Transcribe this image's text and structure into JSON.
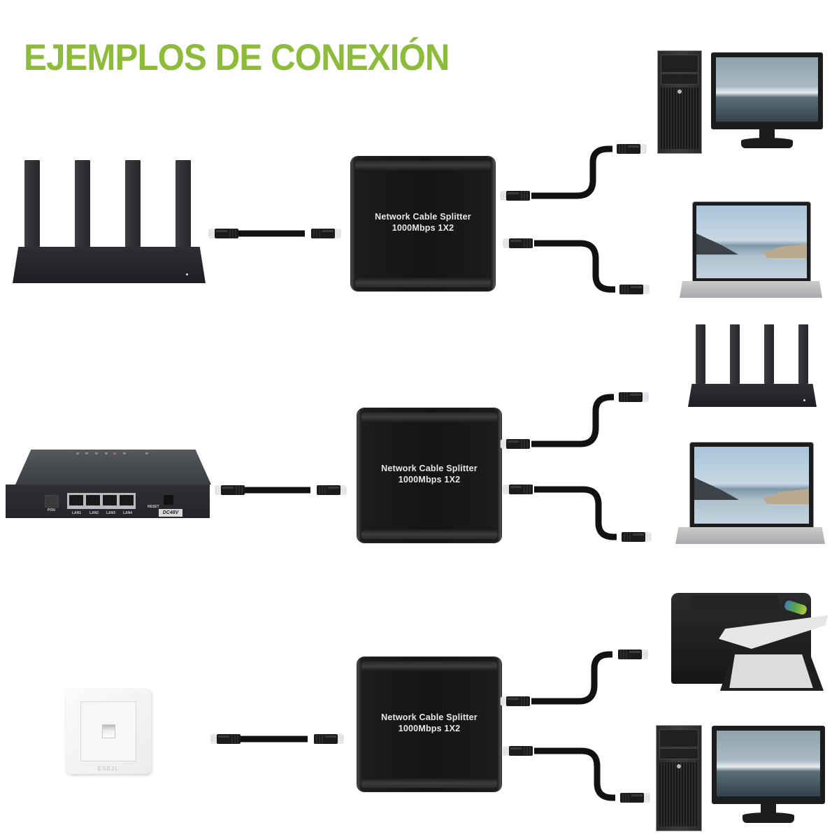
{
  "title": "EJEMPLOS DE CONEXIÓN",
  "colors": {
    "title_green": "#8dbb3a",
    "device_black": "#1c1c1e",
    "cable_black": "#111111",
    "connector_clear": "#e9ecef"
  },
  "rows": [
    {
      "id": "row-1",
      "source": {
        "device": "router",
        "icon": "wifi-router-icon"
      },
      "splitter": {
        "line1": "Network Cable Splitter",
        "line2": "1000Mbps 1X2"
      },
      "outputs": [
        {
          "device": "desktop-pc",
          "icon": "desktop-computer-icon"
        },
        {
          "device": "laptop",
          "icon": "laptop-icon"
        }
      ]
    },
    {
      "id": "row-2",
      "source": {
        "device": "onu-modem",
        "icon": "onu-modem-icon",
        "labels": {
          "pon": "PON",
          "lan1": "LAN1",
          "lan2": "LAN2",
          "lan3": "LAN3",
          "lan4": "LAN4",
          "reset": "RESET",
          "power": "DC48V"
        }
      },
      "splitter": {
        "line1": "Network Cable Splitter",
        "line2": "1000Mbps 1X2"
      },
      "outputs": [
        {
          "device": "router",
          "icon": "wifi-router-icon"
        },
        {
          "device": "laptop",
          "icon": "laptop-icon"
        }
      ]
    },
    {
      "id": "row-3",
      "source": {
        "device": "wall-socket",
        "icon": "ethernet-wall-socket-icon",
        "brand": "ESEJL"
      },
      "splitter": {
        "line1": "Network Cable Splitter",
        "line2": "1000Mbps 1X2"
      },
      "outputs": [
        {
          "device": "printer",
          "icon": "printer-icon"
        },
        {
          "device": "desktop-pc",
          "icon": "desktop-computer-icon"
        }
      ]
    }
  ]
}
